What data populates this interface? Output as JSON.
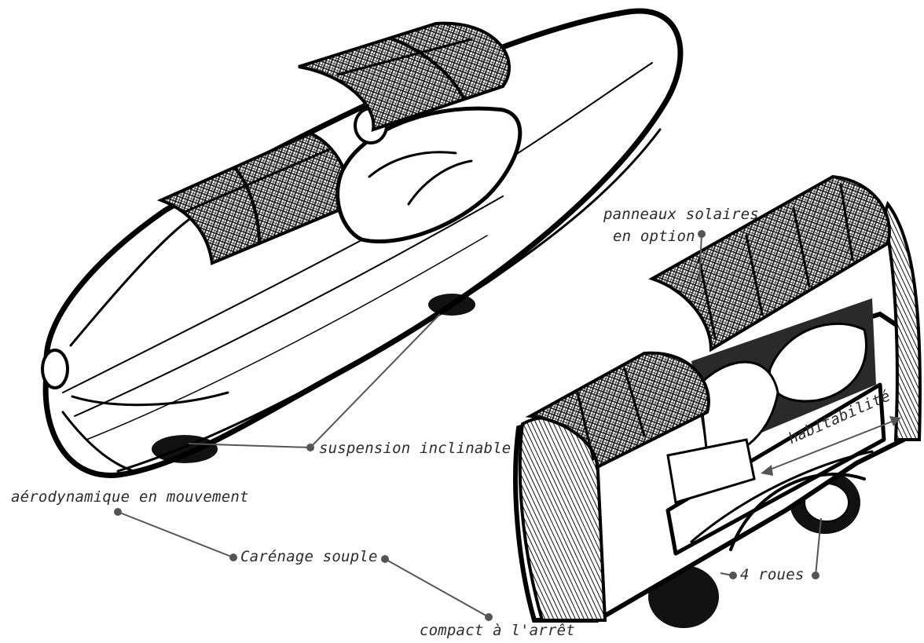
{
  "labels": {
    "solar_panels_line1": "panneaux solaires",
    "solar_panels_line2": "en option",
    "suspension": "suspension inclinable",
    "aero": "aérodynamique en mouvement",
    "fairing": "Carénage souple",
    "compact": "compact à l'arrêt",
    "habitability": "habitabilité",
    "four_wheels": "4 roues"
  },
  "colors": {
    "ink": "#000000",
    "label_text": "#2b2b2b",
    "leader_line": "#555555",
    "paper": "#ffffff"
  }
}
